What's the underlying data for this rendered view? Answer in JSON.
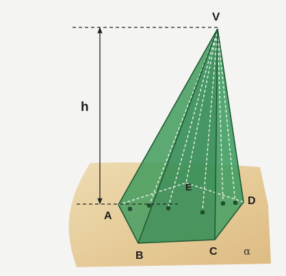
{
  "diagram": {
    "vertices": {
      "apex": "V",
      "a": "A",
      "b": "B",
      "c": "C",
      "d": "D",
      "e": "E"
    },
    "height_label": "h",
    "plane_label": "α",
    "colors": {
      "pyramid_face": "#3f9a5c",
      "pyramid_edge": "#1f5a33",
      "plane": "#e4c890",
      "background": "#f4f4f2",
      "dot": "#1f4f2c"
    }
  }
}
